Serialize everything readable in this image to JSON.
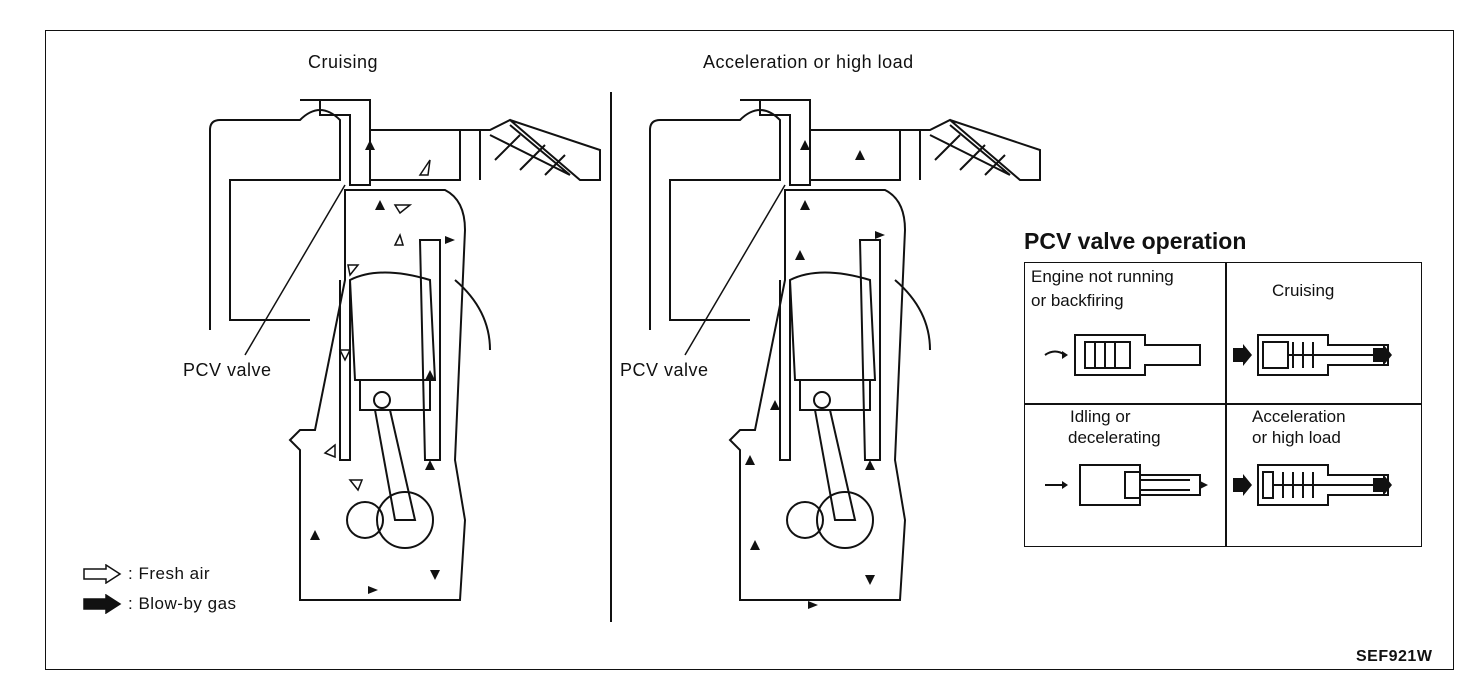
{
  "labels": {
    "cruising": "Cruising",
    "accel": "Acceleration or high load",
    "pcv_left": "PCV valve",
    "pcv_right": "PCV valve",
    "legend_fresh": ": Fresh air",
    "legend_blowby": ": Blow-by gas",
    "pcv_title": "PCV valve operation",
    "cell_not_running_1": "Engine not running",
    "cell_not_running_2": "or backfiring",
    "cell_cruising": "Cruising",
    "cell_idling_1": "Idling or",
    "cell_idling_2": "decelerating",
    "cell_accel_1": "Acceleration",
    "cell_accel_2": "or high load",
    "code": "SEF921W"
  }
}
